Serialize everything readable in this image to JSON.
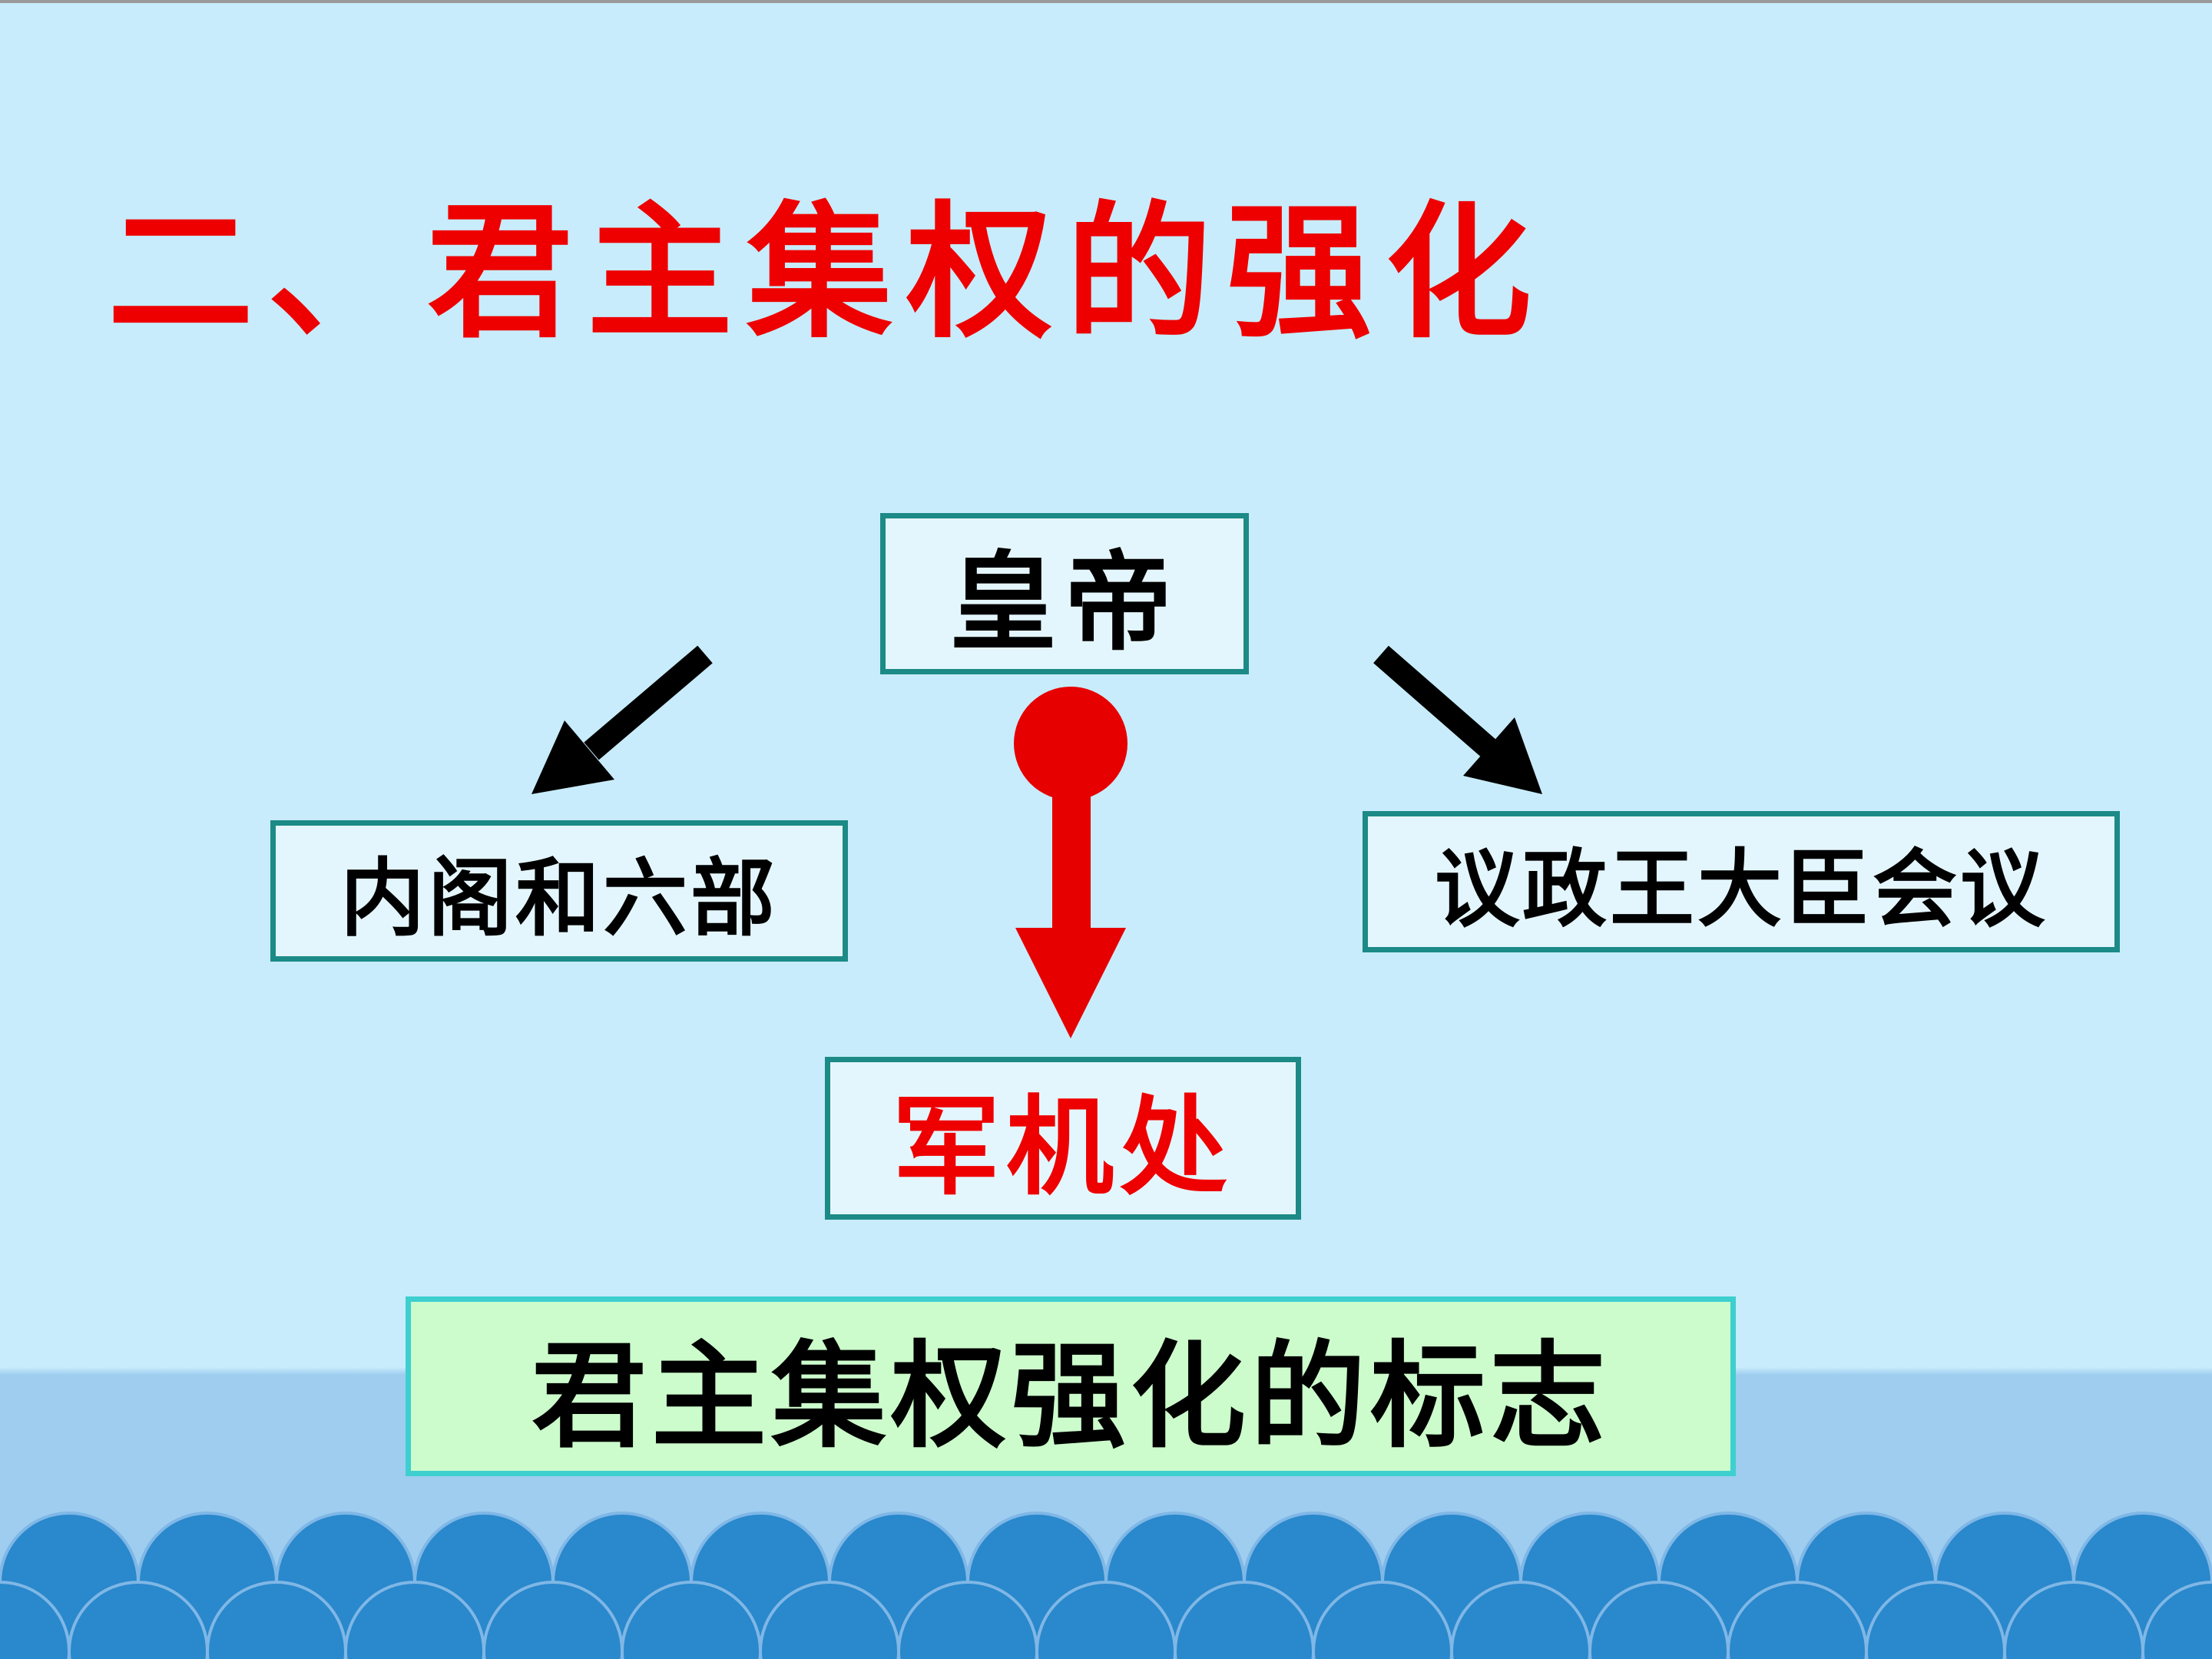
{
  "title": "二、君主集权的强化",
  "nodes": {
    "emperor": "皇帝",
    "cabinet": "内阁和六部",
    "council": "议政王大臣会议",
    "military": "军机处",
    "symbol": "君主集权强化的标志"
  },
  "colors": {
    "background": "#c8ecfb",
    "title": "#ee0000",
    "box_border": "#1c8a86",
    "box_fill": "#e4f6fd",
    "symbol_fill": "#ccfccc",
    "red_arrow": "#e60000",
    "wave": "#2a88cc"
  }
}
